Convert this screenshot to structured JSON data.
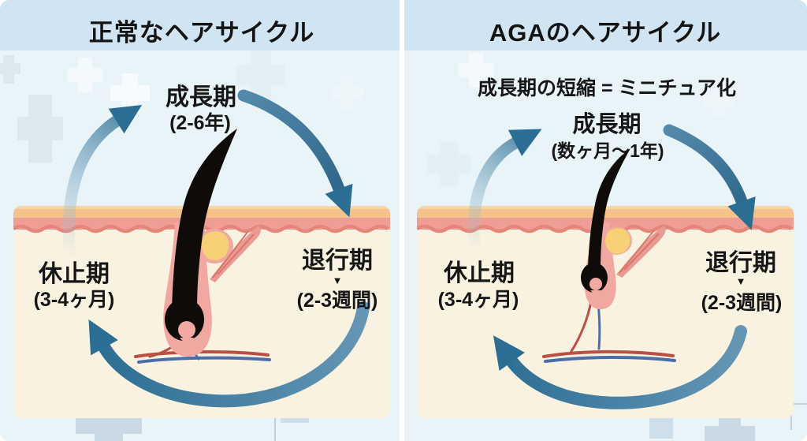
{
  "colors": {
    "header_bg": "#d0e5f1",
    "body_bg": "#e9f4f8",
    "arrow_teal": "#2b6d93",
    "skin_top_band": "#f4c28a",
    "skin_pink_band": "#ef9e96",
    "skin_wave_line": "#e5857c",
    "dermis_cream": "#faf2e0",
    "follicle_pink": "#f1a8a1",
    "sebaceous_gland_yellow": "#f6d176",
    "hair_black": "#0e0b09",
    "vessel_red": "#bb4f44",
    "vessel_blue": "#4b6ea9",
    "divider_white": "#ffffff"
  },
  "panels": [
    {
      "title": "正常なヘアサイクル",
      "growth_label": "成長期",
      "growth_duration": "(2-6年)",
      "catagen_label": "退行期",
      "catagen_marker": "▼",
      "catagen_duration": "(2-3週間)",
      "telogen_label": "休止期",
      "telogen_duration": "(3-4ヶ月)"
    },
    {
      "title": "AGAのヘアサイクル",
      "subtitle": "成長期の短縮 = ミニチュア化",
      "growth_label": "成長期",
      "growth_duration": "(数ヶ月～1年)",
      "catagen_label": "退行期",
      "catagen_marker": "▼",
      "catagen_duration": "(2-3週間)",
      "telogen_label": "休止期",
      "telogen_duration": "(3-4ヶ月)"
    }
  ]
}
